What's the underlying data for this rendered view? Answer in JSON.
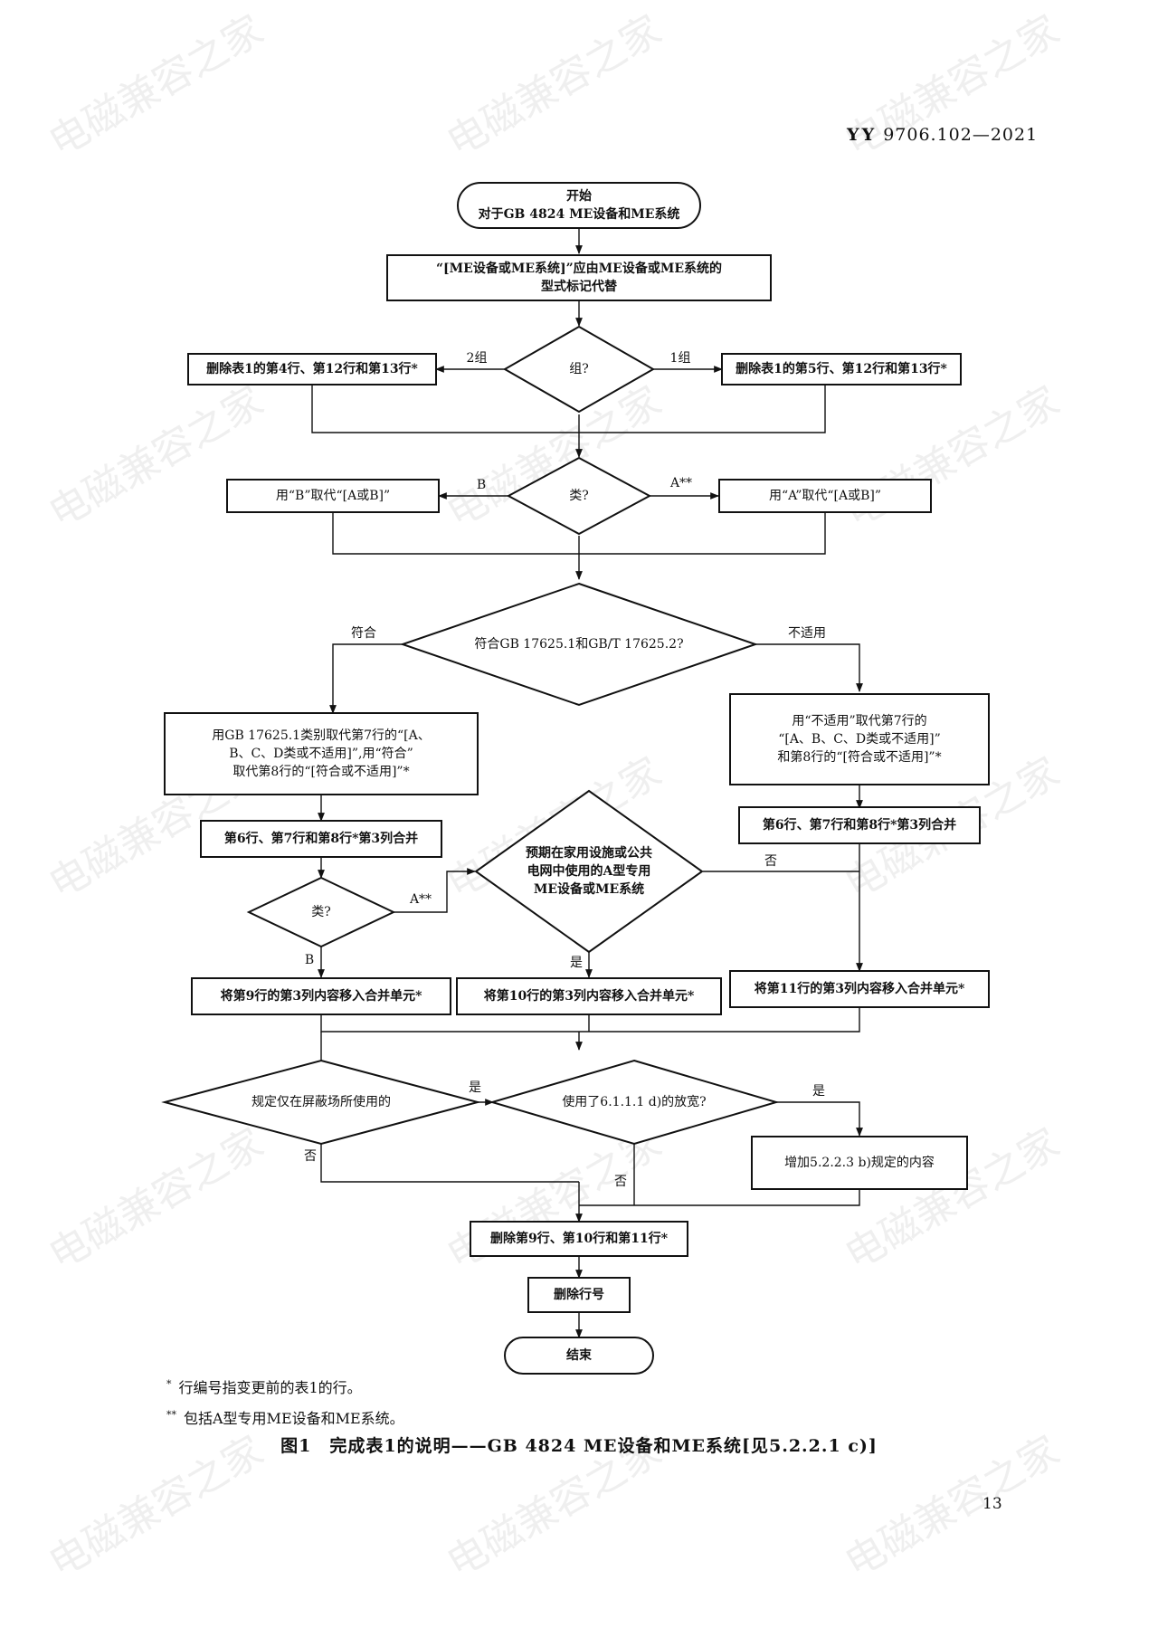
{
  "header": {
    "prefix": "YY",
    "number": "9706.102—2021"
  },
  "nodes": {
    "start": [
      "开始",
      "对于GB 4824 ME设备和ME系统"
    ],
    "replace_type": [
      "“[ME设备或ME系统]”应由ME设备或ME系统的",
      "型式标记代替"
    ],
    "group_q": [
      "组?"
    ],
    "del_group2": [
      "删除表1的第4行、第12行和第13行*"
    ],
    "del_group1": [
      "删除表1的第5行、第12行和第13行*"
    ],
    "class_q1": [
      "类?"
    ],
    "use_b": [
      "用“B”取代“[A或B]”"
    ],
    "use_a": [
      "用“A”取代“[A或B]”"
    ],
    "comply_q": [
      "符合GB 17625.1和GB/T 17625.2?"
    ],
    "use_class": [
      "用GB 17625.1类别取代第7行的“[A、",
      "B、C、D类或不适用]”,用“符合”",
      "取代第8行的“[符合或不适用]”*"
    ],
    "use_na": [
      "用“不适用”取代第7行的",
      "“[A、B、C、D类或不适用]”",
      "和第8行的“[符合或不适用]”*"
    ],
    "merge_left": [
      "第6行、第7行和第8行*第3列合并"
    ],
    "merge_right": [
      "第6行、第7行和第8行*第3列合并"
    ],
    "class_q2": [
      "类?"
    ],
    "intended_q": [
      "预期在家用设施或公共",
      "电网中使用的A型专用",
      "ME设备或ME系统"
    ],
    "move_row9": [
      "将第9行的第3列内容移入合并单元*"
    ],
    "move_row10": [
      "将第10行的第3列内容移入合并单元*"
    ],
    "move_row11": [
      "将第11行的第3列内容移入合并单元*"
    ],
    "shield_q": [
      "规定仅在屏蔽场所使用的"
    ],
    "relax_q": [
      "使用了6.1.1.1 d)的放宽?"
    ],
    "add_content": [
      "增加5.2.2.3 b)规定的内容"
    ],
    "delete_rows": [
      "删除第9行、第10行和第11行*"
    ],
    "delete_numbers": [
      "删除行号"
    ],
    "end": [
      "结束"
    ]
  },
  "edge_labels": {
    "group2": "2组",
    "group1": "1组",
    "class_b1": "B",
    "class_a1": "A**",
    "comply": "符合",
    "not_applicable": "不适用",
    "class_a2": "A**",
    "class_b2": "B",
    "intended_no": "否",
    "intended_yes": "是",
    "shield_yes": "是",
    "shield_no": "否",
    "relax_yes": "是",
    "relax_no": "否"
  },
  "notes": [
    {
      "mark": "*",
      "text": "行编号指变更前的表1的行。"
    },
    {
      "mark": "**",
      "text": "包括A型专用ME设备和ME系统。"
    }
  ],
  "caption": "图1　完成表1的说明——GB 4824 ME设备和ME系统[见5.2.2.1 c)]",
  "page_number": "13",
  "watermark": "电磁兼容之家",
  "colors": {
    "ink": "#111111",
    "background": "#ffffff"
  }
}
